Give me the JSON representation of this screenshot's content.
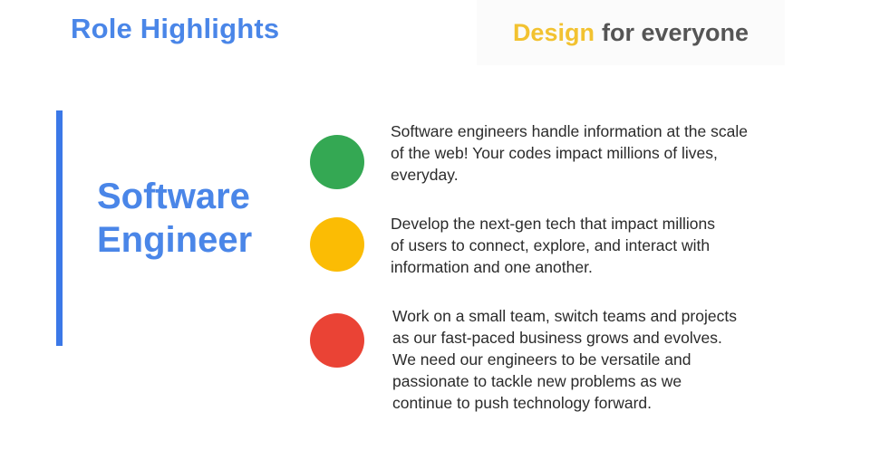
{
  "header": {
    "title": "Role Highlights",
    "tagline_accent": "Design",
    "tagline_rest": "for everyone"
  },
  "role": {
    "line1": "Software",
    "line2": "Engineer"
  },
  "highlights": [
    {
      "color": "#34a853",
      "lines": [
        "Software engineers handle information at the scale",
        "of the web! Your codes impact millions of lives,",
        "everyday."
      ]
    },
    {
      "color": "#fbbc04",
      "lines": [
        "Develop the next-gen tech that impact millions",
        "of users to connect, explore, and interact with",
        "information and one another."
      ]
    },
    {
      "color": "#ea4335",
      "lines": [
        "Work on a small team, switch teams and projects",
        "as our fast-paced business grows and evolves.",
        "We need our engineers to be versatile and",
        "passionate to tackle new problems as we",
        "continue to push technology forward."
      ]
    }
  ],
  "colors": {
    "brand_blue": "#4a86e8",
    "bar_blue": "#3b78e7",
    "tagline_yellow": "#f2c230"
  }
}
